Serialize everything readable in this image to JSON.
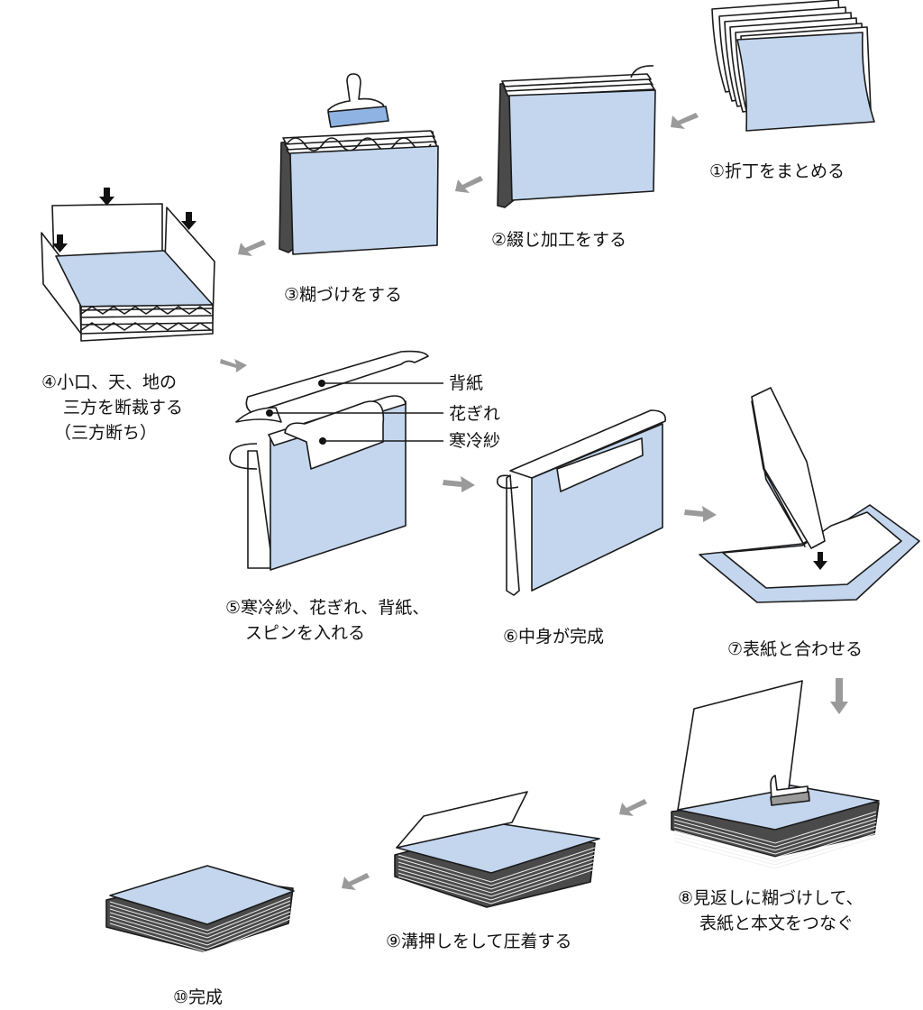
{
  "title": "製本工程",
  "colors": {
    "paper_blue": "#c3d6ee",
    "glue_blue": "#8fb3e3",
    "arrow_grey": "#9a9a9a",
    "line": "#1a1a1a"
  },
  "steps": [
    {
      "num": "①",
      "lines": [
        "折丁をまとめる"
      ]
    },
    {
      "num": "②",
      "lines": [
        "綴じ加工をする"
      ]
    },
    {
      "num": "③",
      "lines": [
        "糊づけをする"
      ]
    },
    {
      "num": "④",
      "lines": [
        "小口、天、地の",
        "三方を断裁する",
        "（三方断ち）"
      ]
    },
    {
      "num": "⑤",
      "lines": [
        "寒冷紗、花ぎれ、背紙、",
        "スピンを入れる"
      ]
    },
    {
      "num": "⑥",
      "lines": [
        "中身が完成"
      ]
    },
    {
      "num": "⑦",
      "lines": [
        "表紙と合わせる"
      ]
    },
    {
      "num": "⑧",
      "lines": [
        "見返しに糊づけして、",
        "表紙と本文をつなぐ"
      ]
    },
    {
      "num": "⑨",
      "lines": [
        "溝押しをして圧着する"
      ]
    },
    {
      "num": "⑩",
      "lines": [
        "完成"
      ]
    }
  ],
  "callouts": [
    "背紙",
    "花ぎれ",
    "寒冷紗"
  ],
  "icons": [
    "flow-arrow-icon",
    "press-arrow-icon",
    "glue-brush-icon"
  ]
}
